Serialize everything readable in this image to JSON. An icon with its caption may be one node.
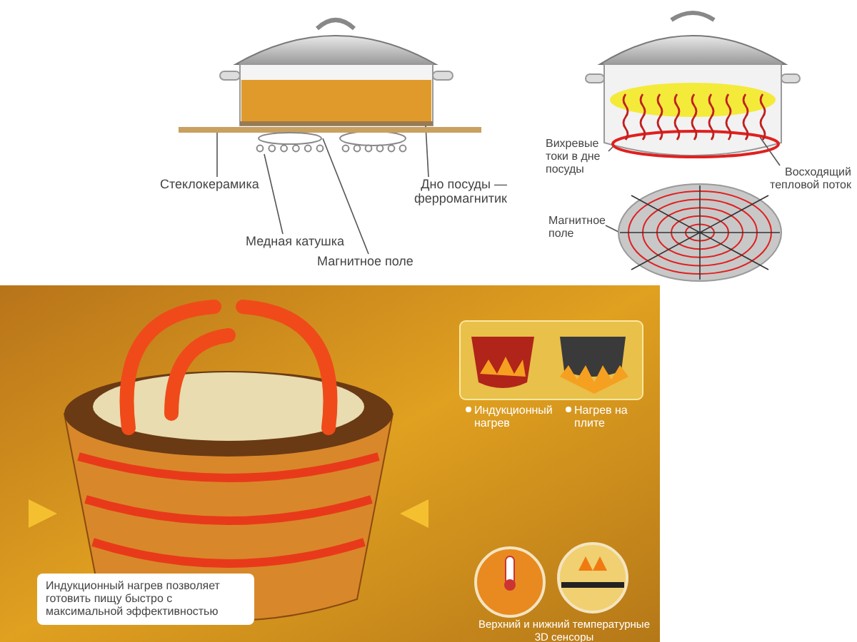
{
  "diagram": {
    "nodes": [
      {
        "text": [
          "Стеклокерамика"
        ]
      },
      {
        "text": [
          "Медная катушка"
        ]
      },
      {
        "text": [
          "Магнитное поле"
        ]
      },
      {
        "text": [
          "Дно посуды — ферромагнитик"
        ]
      },
      {
        "text": [
          "Вихревые токи в дне посуды"
        ]
      },
      {
        "text": [
          "Восходящий тепловой поток"
        ]
      },
      {
        "text": [
          "Магнитное поле"
        ]
      },
      {
        "text": [],
        "shape": "bar"
      },
      {
        "text": [],
        "shape": "bar"
      },
      {
        "text": [],
        "shape": "circle"
      },
      {
        "text": [],
        "shape": "picture"
      },
      {
        "text": [],
        "shape": "circle"
      },
      {
        "text": [],
        "shape": "picture"
      },
      {
        "text": [],
        "shape": "picture"
      }
    ],
    "edges": [
      {
        "from": 0,
        "to": 8,
        "arrow": "none"
      },
      {
        "from": 1,
        "to": 10,
        "arrow": "none"
      },
      {
        "from": 2,
        "to": 9,
        "arrow": "none"
      },
      {
        "from": 3,
        "to": 7,
        "arrow": "none"
      },
      {
        "from": 4,
        "to": 11,
        "arrow": "none"
      },
      {
        "from": 5,
        "to": 12,
        "arrow": "none"
      },
      {
        "from": 6,
        "to": 13,
        "arrow": "none"
      }
    ],
    "labels": [
      "Индукционный нагрев",
      "Нагрев на плите",
      "Индукционный нагрев позволяет готовить пищу быстро с максимальной эффективностью",
      "Верхний и нижний температурные 3D сенсоры"
    ]
  }
}
